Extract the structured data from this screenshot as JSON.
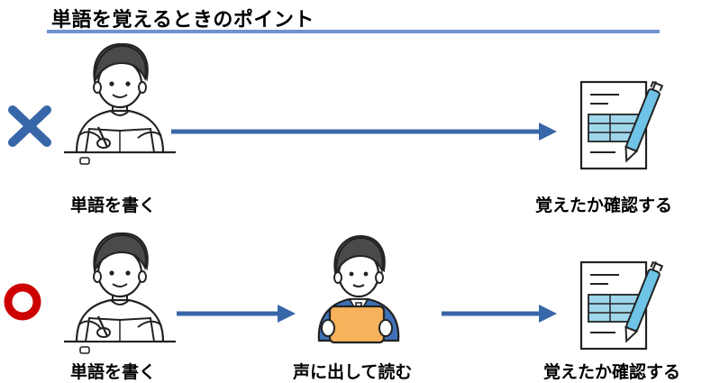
{
  "title": "単語を覚えるときのポイント",
  "colors": {
    "accent": "#3f6fb0",
    "arrow": "#3867a9",
    "title_rule": "#6d92cf",
    "wrong_mark": "#3867a9",
    "correct_mark": "#cc0000",
    "table_fill": "#9fd6ec",
    "pen_fill": "#6ec3e6",
    "suit_fill": "#3f72b8",
    "tablet_fill": "#f7b25c"
  },
  "rows": [
    {
      "mark": "cross-mark-icon",
      "steps": [
        {
          "icon": "student-writing-icon",
          "label": "単語を書く"
        },
        {
          "icon": "checklist-with-pen-icon",
          "label": "覚えたか確認する"
        }
      ]
    },
    {
      "mark": "circle-mark-icon",
      "steps": [
        {
          "icon": "student-writing-icon",
          "label": "単語を書く"
        },
        {
          "icon": "student-reading-tablet-icon",
          "label": "声に出して読む"
        },
        {
          "icon": "checklist-with-pen-icon",
          "label": "覚えたか確認する"
        }
      ]
    }
  ]
}
